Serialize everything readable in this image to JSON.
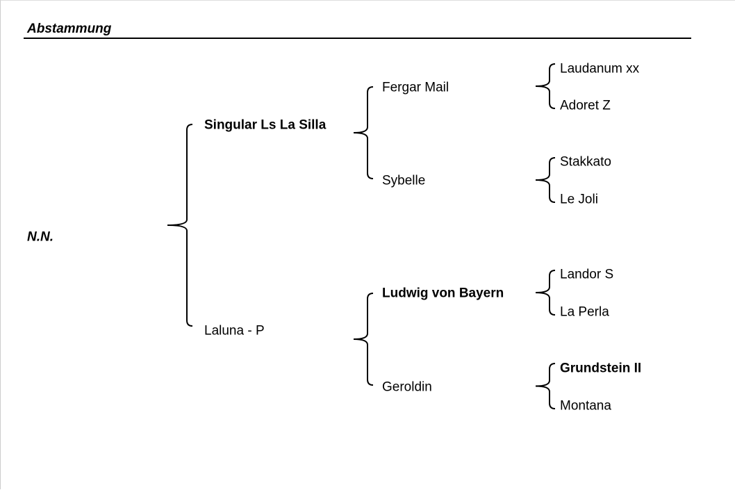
{
  "section_title": "Abstammung",
  "subject": {
    "name": "N.N.",
    "bold": true,
    "italic": true
  },
  "parents": [
    {
      "name": "Singular Ls La Silla",
      "bold": true
    },
    {
      "name": "Laluna - P",
      "bold": false
    }
  ],
  "grandparents": [
    {
      "name": "Fergar Mail",
      "bold": false
    },
    {
      "name": "Sybelle",
      "bold": false
    },
    {
      "name": "Ludwig von Bayern",
      "bold": true
    },
    {
      "name": "Geroldin",
      "bold": false
    }
  ],
  "great_grandparents": [
    {
      "name": "Laudanum xx",
      "bold": false
    },
    {
      "name": "Adoret Z",
      "bold": false
    },
    {
      "name": "Stakkato",
      "bold": false
    },
    {
      "name": "Le Joli",
      "bold": false
    },
    {
      "name": "Landor S",
      "bold": false
    },
    {
      "name": "La Perla",
      "bold": false
    },
    {
      "name": "Grundstein II",
      "bold": true
    },
    {
      "name": "Montana",
      "bold": false
    }
  ]
}
